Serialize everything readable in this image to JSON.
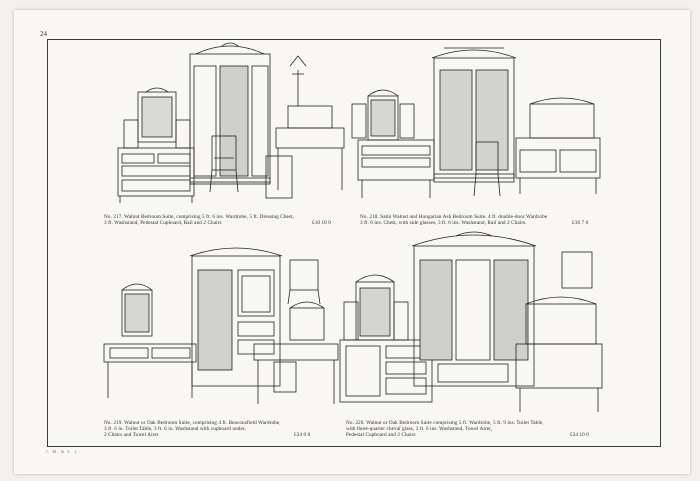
{
  "page": {
    "number": "24",
    "footer_mark": "J. M. & S. L."
  },
  "plates": [
    {
      "lines": [
        "No. 217. Walnut Bedroom Suite, comprising 5 ft. 6 ins. Wardrobe, 5 ft. Dressing Chest,",
        "3 ft. Washstand, Pedestal Cupboard, Rail and 2 Chairs"
      ],
      "price": "£10 10 0"
    },
    {
      "lines": [
        "No. 218. Satin Walnut and Hungarian Ash Bedroom Suite. 4 ft. double-door Wardrobe",
        "3 ft. 6 ins. Chest, with side glasses, 3 ft. 6 ins. Washstand, Rail and 2 Chairs."
      ],
      "price": "£18 7 6"
    },
    {
      "lines": [
        "No. 219. Walnut or Oak Bedroom Suite, comprising 4 ft. Beaconsfield Wardrobe,",
        "3 ft. 6 in. Toilet Table, 3 ft. 6 in. Washstand with cupboard under,",
        "2 Chairs and Towel Airer"
      ],
      "price": "£24 0 0"
    },
    {
      "lines": [
        "No. 220. Walnut or Oak Bedroom Suite comprising 5 ft. Wardrobe, 5 ft. 9 ins. Toilet Table,",
        "with three-quarter cheval glass, 3 ft. 6 ins. Washstand, Towel Airer,",
        "Pedestal Cupboard and 2 Chairs"
      ],
      "price": "£34 10 0"
    }
  ]
}
